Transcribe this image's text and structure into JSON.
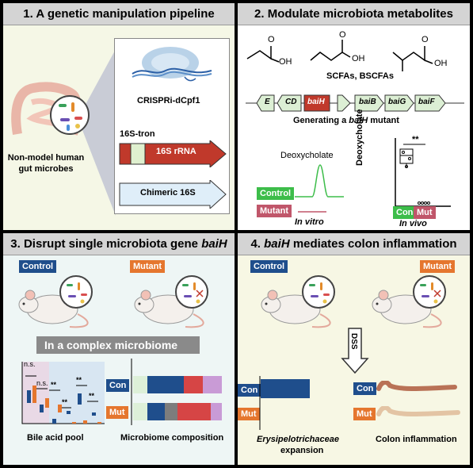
{
  "panel1": {
    "title": "1. A genetic manipulation pipeline",
    "gut_label": "Non-model human\ngut microbes",
    "crispr_label": "CRISPRi-dCpf1",
    "tron_label": "16S-tron",
    "rrna_label": "16S rRNA",
    "chimeric_label": "Chimeric 16S"
  },
  "panel2": {
    "title": "2. Modulate microbiota metabolites",
    "oh1": "OH",
    "oh2": "OH",
    "oh3": "OH",
    "o1": "O",
    "o2": "O",
    "o3": "O",
    "scfa_label": "SCFAs, BSCFAs",
    "genes": [
      "E",
      "CD",
      "baiH",
      "baiB",
      "baiG",
      "baiF"
    ],
    "mutant_caption_prefix": "Generating a ",
    "mutant_caption_gene": "baiH",
    "mutant_caption_suffix": " mutant",
    "deoxycholate": "Deoxycholate",
    "control": "Control",
    "mutant": "Mutant",
    "in_vitro": "In vitro",
    "in_vivo": "In vivo",
    "y_axis": "Deoxycholate",
    "sig": "**",
    "con": "Con",
    "mut": "Mut"
  },
  "panel3": {
    "title_prefix": "3. Disrupt single microbiota gene ",
    "title_gene": "baiH",
    "control": "Control",
    "mutant": "Mutant",
    "banner": "In a complex microbiome",
    "ns1": "n.s.",
    "ns2": "n.s.",
    "s1": "**",
    "s2": "**",
    "s3": "**",
    "s4": "**",
    "bile_label": "Bile acid pool",
    "comp_label": "Microbiome composition",
    "con": "Con",
    "mut": "Mut"
  },
  "panel4": {
    "title_prefix": "4. ",
    "title_gene": "baiH",
    "title_suffix": " mediates colon inflammation",
    "control": "Control",
    "mutant": "Mutant",
    "dss": "DSS",
    "con": "Con",
    "mut": "Mut",
    "ery_label": "Erysipelotrichaceae",
    "expansion": "expansion",
    "colon_label": "Colon inflammation"
  },
  "colors": {
    "control_blue": "#1f4e8c",
    "mutant_orange": "#e5762e",
    "control_green": "#3dbd4a",
    "mutant_red": "#c0566a",
    "arrow_red": "#c0392b"
  }
}
